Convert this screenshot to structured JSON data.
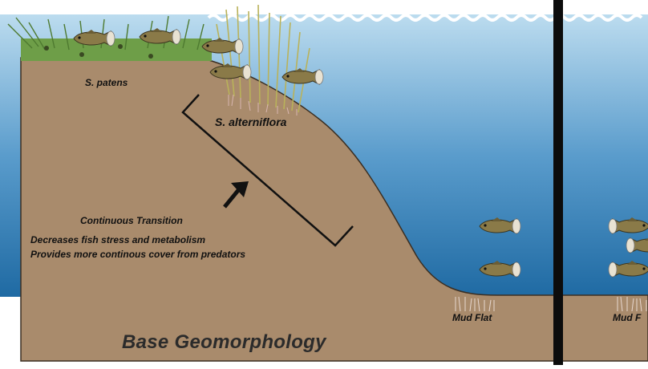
{
  "labels": {
    "s_patens": "S. patens",
    "s_alterniflora": "S. alterniflora",
    "continuous_transition": "Continuous Transition",
    "benefit_1": "Decreases fish stress and metabolism",
    "benefit_2": "Provides more continous cover from predators",
    "mud_flat_left": "Mud Flat",
    "mud_flat_right": "Mud F",
    "base_title": "Base Geomorphology"
  },
  "colors": {
    "water_top": "#a9cfe6",
    "water_bottom": "#2f78a8",
    "soil": "#a98b6c",
    "grass": "#6f9e4a",
    "fish_body": "#8c7a4a",
    "outline": "#111111"
  },
  "icons": [
    "fish-icon",
    "grass-icon",
    "arrow-icon",
    "bracket-icon"
  ]
}
